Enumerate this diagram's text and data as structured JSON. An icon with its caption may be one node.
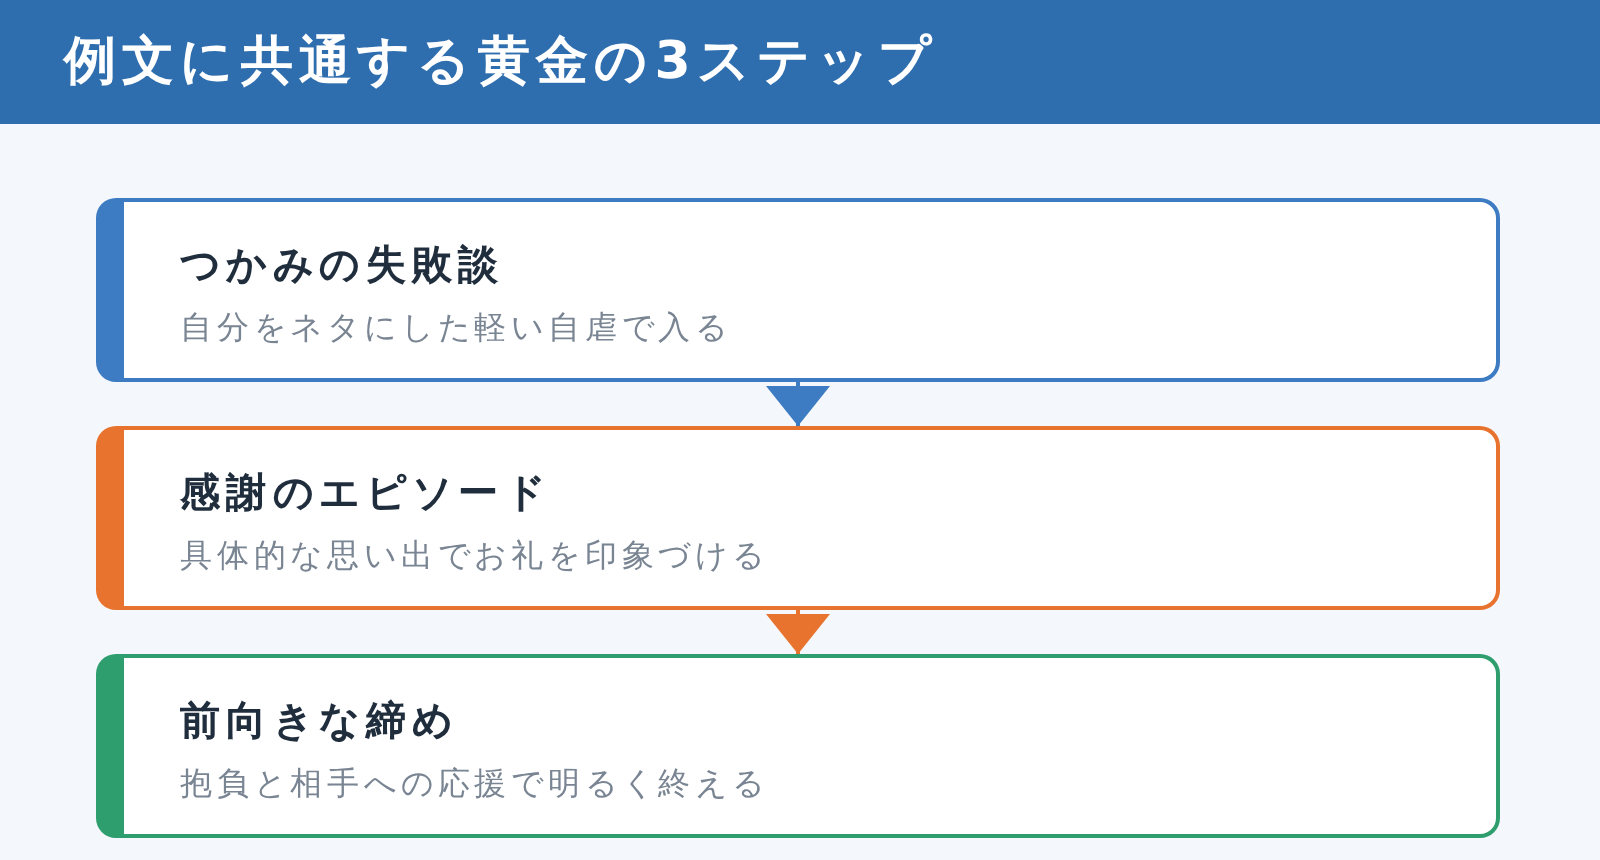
{
  "diagram": {
    "title": "例文に共通する黄金の3ステップ",
    "nodes": [
      {
        "text": [
          "つかみの失敗談",
          "自分をネタにした軽い自虐で入る"
        ]
      },
      {
        "text": [
          "感謝のエピソード",
          "具体的な思い出でお礼を印象づける"
        ]
      },
      {
        "text": [
          "前向きな締め",
          "抱負と相手への応援で明るく終える"
        ]
      }
    ],
    "edges": [
      {
        "from": 0,
        "to": 1,
        "arrow": "to",
        "color": "#3d7cc3"
      },
      {
        "from": 1,
        "to": 2,
        "arrow": "to",
        "color": "#e8732e"
      }
    ]
  }
}
